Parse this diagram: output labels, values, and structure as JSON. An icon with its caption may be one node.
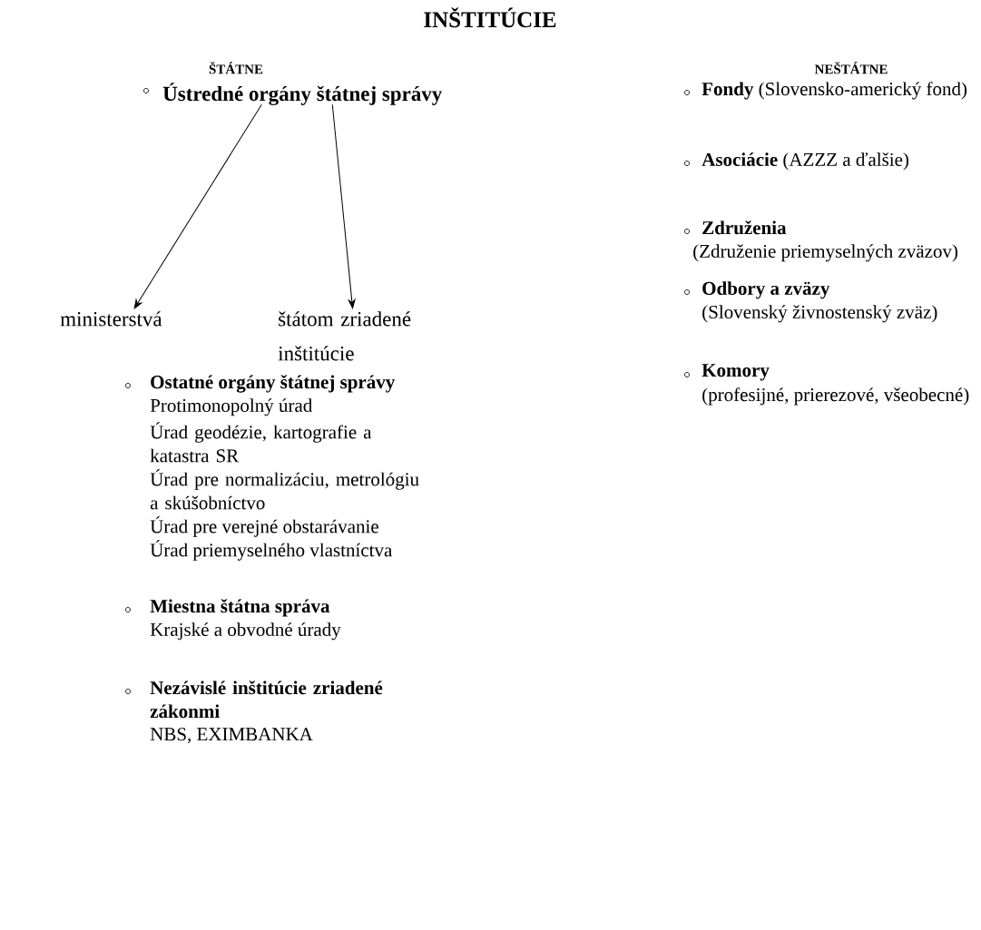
{
  "diagram": {
    "title": "INŠTITÚCIE",
    "nodes": [
      {
        "text": [
          "Ústredné orgány štátnej správy"
        ]
      },
      {
        "text": [
          "ministerstvá"
        ]
      },
      {
        "text": [
          "štátom zriadené inštitúcie"
        ]
      }
    ],
    "edges": [
      {
        "from": 0,
        "to": 1,
        "arrow": "to"
      },
      {
        "from": 0,
        "to": 2,
        "arrow": "to"
      }
    ],
    "labels": [
      "ŠTÁTNE",
      "NEŠTÁTNE",
      "Ostatné orgány štátnej správy",
      "Protimonopolný úrad",
      "Úrad geodézie, kartografie a katastra SR",
      "Úrad pre normalizáciu, metrológiu a skúšobníctvo",
      "Úrad pre verejné obstarávanie",
      "Úrad priemyselného vlastníctva",
      "Miestna štátna správa",
      "Krajské a obvodné úrady",
      "Nezávislé inštitúcie zriadené zákonmi",
      "NBS, EXIMBANKA",
      "**Fondy** (Slovensko-americký fond)",
      "**Asociácie** (AZZZ a ďalšie)",
      "Združenia",
      "(Združenie priemyselných zväzov)",
      "Odbory a zväzy",
      "(Slovenský živnostenský zväz)",
      "Komory",
      "(profesijné, prierezové, všeobecné)"
    ]
  }
}
